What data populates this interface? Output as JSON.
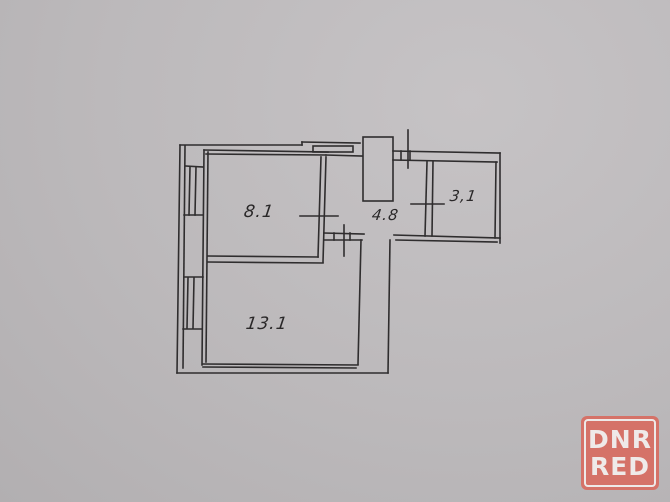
{
  "floor_plan": {
    "rooms": [
      {
        "id": "room-1",
        "area_label": "8.1"
      },
      {
        "id": "room-2",
        "area_label": "13.1"
      },
      {
        "id": "hallway",
        "area_label": "4.8"
      },
      {
        "id": "bathroom",
        "area_label": "3,1"
      }
    ]
  },
  "watermark": {
    "line1": "DNR",
    "line2": "RED",
    "color": "#d57268"
  },
  "colors": {
    "paper": "#bdbabc",
    "ink": "#2a2829"
  }
}
